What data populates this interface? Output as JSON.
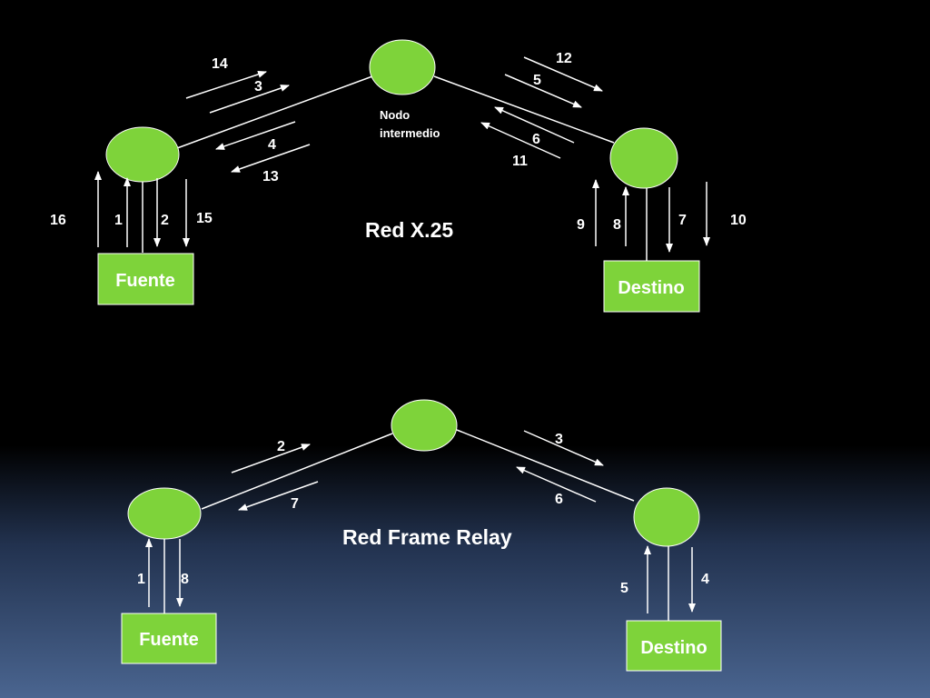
{
  "x25": {
    "title": "Red X.25",
    "intermediate_label_line1": "Nodo",
    "intermediate_label_line2": "intermedio",
    "source_label": "Fuente",
    "dest_label": "Destino",
    "steps": {
      "s1": "1",
      "s2": "2",
      "s3": "3",
      "s4": "4",
      "s5": "5",
      "s6": "6",
      "s7": "7",
      "s8": "8",
      "s9": "9",
      "s10": "10",
      "s11": "11",
      "s12": "12",
      "s13": "13",
      "s14": "14",
      "s15": "15",
      "s16": "16"
    }
  },
  "frame_relay": {
    "title": "Red Frame Relay",
    "source_label": "Fuente",
    "dest_label": "Destino",
    "steps": {
      "s1": "1",
      "s2": "2",
      "s3": "3",
      "s4": "4",
      "s5": "5",
      "s6": "6",
      "s7": "7",
      "s8": "8"
    }
  },
  "colors": {
    "node_fill": "#7ed33a",
    "line": "#ffffff",
    "text": "#ffffff"
  }
}
